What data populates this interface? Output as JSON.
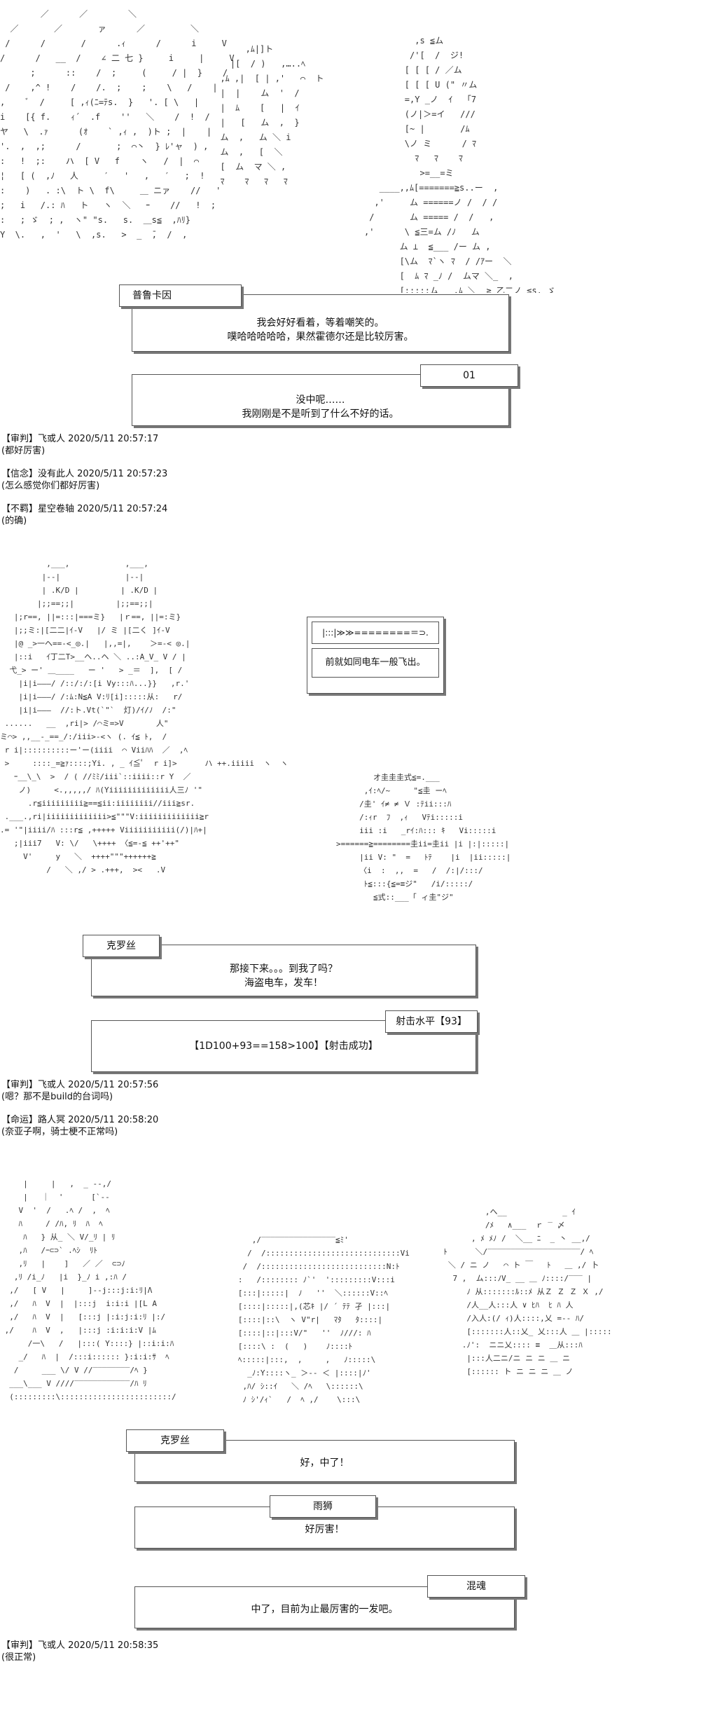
{
  "panel1": {
    "speaker": "普鲁卡因",
    "dialog": [
      "我会好好看着，等着嘲笑的。",
      "噗哈哈哈哈哈，果然霍德尔还是比较厉害。"
    ],
    "tag2": "01",
    "dialog2": [
      "没中呢……",
      "我刚刚是不是听到了什么不好的话。"
    ]
  },
  "comments1": [
    {
      "header": "【审判】飞或人 2020/5/11 20:57:17",
      "body": "(都好厉害)"
    },
    {
      "header": "【信念】没有此人 2020/5/11 20:57:23",
      "body": "(怎么感觉你们都好厉害)"
    },
    {
      "header": "【不羁】星空卷轴 2020/5/11 20:57:24",
      "body": "(的确)"
    }
  ],
  "panel2": {
    "side_art": "|:::|≫≫========＝⊃.",
    "side_text": "前就如同电车一般飞出。",
    "speaker": "克罗丝",
    "dialog": [
      "那接下来。。。到我了吗？",
      "海盗电车，发车！"
    ],
    "tag2": "射击水平【93】",
    "dialog2": [
      "【1D100+93==158>100】【射击成功】"
    ]
  },
  "comments2": [
    {
      "header": "【审判】飞或人 2020/5/11 20:57:56",
      "body": "(嗯？那不是build的台词吗)"
    },
    {
      "header": "【命运】路人冥 2020/5/11 20:58:20",
      "body": "(奈亚子啊，骑士梗不正常吗)"
    }
  ],
  "panel3": {
    "speaker": "克罗丝",
    "dialog": [
      "好，中了！"
    ],
    "tag2": "雨狮",
    "dialog2": [
      "好厉害！"
    ],
    "tag3": "混魂",
    "dialog3": [
      "中了，目前为止最厉害的一发吧。"
    ]
  },
  "comments3": [
    {
      "header": "【审判】飞或人 2020/5/11 20:58:35",
      "body": "(很正常)"
    }
  ]
}
